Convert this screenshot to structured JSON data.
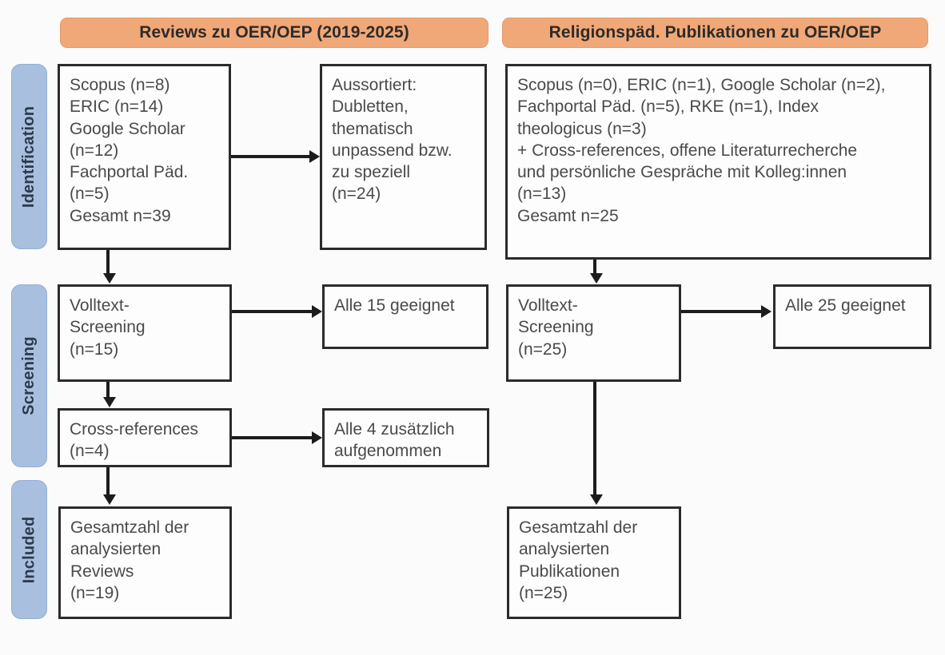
{
  "figure": {
    "type": "prisma-flow-diagram",
    "language": "de",
    "colors": {
      "header_fill": "#f0a878",
      "stage_label_fill": "#a8bfe0",
      "box_border": "#2b2b2b",
      "box_fill": "#fdfdfd",
      "text": "#4a4a4a",
      "connector": "#1c1c1c"
    }
  },
  "columns": [
    {
      "id": "reviews",
      "header": "Reviews zu OER/OEP (2019-2025)"
    },
    {
      "id": "religionspaed",
      "header": "Religionspäd. Publikationen zu OER/OEP"
    }
  ],
  "stages": [
    {
      "id": "identification",
      "label": "Identification"
    },
    {
      "id": "screening",
      "label": "Screening"
    },
    {
      "id": "included",
      "label": "Included"
    }
  ],
  "boxes": {
    "left_identification_sources": "Scopus (n=8)\nERIC (n=14)\nGoogle Scholar\n(n=12)\nFachportal Päd.\n(n=5)\nGesamt n=39",
    "left_identification_excluded": "Aussortiert:\nDubletten,\nthematisch\nunpassend bzw.\nzu speziell\n(n=24)",
    "left_screening_fulltext": "Volltext-\nScreening\n(n=15)",
    "left_screening_fulltext_result": "Alle 15 geeignet",
    "left_screening_crossrefs": "Cross-references\n(n=4)",
    "left_screening_crossrefs_result": "Alle 4 zusätzlich\naufgenommen",
    "left_included_total": "Gesamtzahl der\nanalysierten\nReviews\n(n=19)",
    "right_identification_sources": "Scopus (n=0), ERIC (n=1), Google Scholar (n=2),\nFachportal Päd. (n=5), RKE (n=1), Index\ntheologicus (n=3)\n+ Cross-references, offene Literaturrecherche\nund persönliche Gespräche mit Kolleg:innen\n(n=13)\nGesamt n=25",
    "right_screening_fulltext": "Volltext-\nScreening\n(n=25)",
    "right_screening_fulltext_result": "Alle 25 geeignet",
    "right_included_total": "Gesamtzahl der\nanalysierten\nPublikationen\n(n=25)"
  },
  "counts": {
    "left_scopus": 8,
    "left_eric": 14,
    "left_google_scholar": 12,
    "left_fachportal": 5,
    "left_total_identified": 39,
    "left_excluded": 24,
    "left_fulltext_screened": 15,
    "left_fulltext_suitable": 15,
    "left_crossrefs": 4,
    "left_crossrefs_added": 4,
    "left_included": 19,
    "right_scopus": 0,
    "right_eric": 1,
    "right_google_scholar": 2,
    "right_fachportal": 5,
    "right_rke": 1,
    "right_index_theologicus": 3,
    "right_other_sources": 13,
    "right_total_identified": 25,
    "right_fulltext_screened": 25,
    "right_fulltext_suitable": 25,
    "right_included": 25
  }
}
